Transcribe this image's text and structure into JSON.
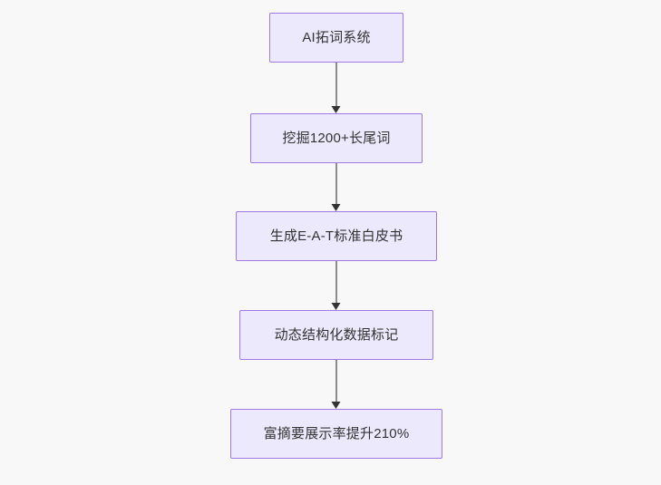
{
  "diagram": {
    "type": "flowchart",
    "direction": "top-to-bottom",
    "background_color": "#f8f8f9",
    "node_fill_color": "#ece9fc",
    "node_border_color": "#9f7ae0",
    "node_text_color": "#333333",
    "edge_line_color": "#8c8c8c",
    "edge_arrow_color": "#333333",
    "nodes": [
      {
        "id": "node-0",
        "label": "AI拓词系统"
      },
      {
        "id": "node-1",
        "label": "挖掘1200+长尾词"
      },
      {
        "id": "node-2",
        "label": "生成E-A-T标准白皮书"
      },
      {
        "id": "node-3",
        "label": "动态结构化数据标记"
      },
      {
        "id": "node-4",
        "label": "富摘要展示率提升210%"
      }
    ],
    "edges": [
      {
        "id": "edge-0",
        "from": "node-0",
        "to": "node-1",
        "label": ""
      },
      {
        "id": "edge-1",
        "from": "node-1",
        "to": "node-2",
        "label": ""
      },
      {
        "id": "edge-2",
        "from": "node-2",
        "to": "node-3",
        "label": ""
      },
      {
        "id": "edge-3",
        "from": "node-3",
        "to": "node-4",
        "label": ""
      }
    ]
  }
}
